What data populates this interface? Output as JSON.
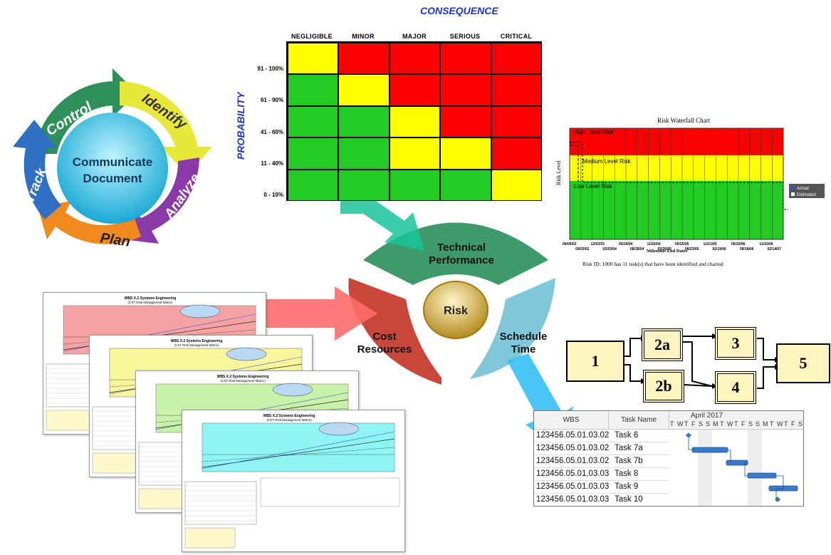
{
  "cycle": {
    "center_lines": [
      "Communicate",
      "Document"
    ],
    "segments": [
      {
        "label": "Control",
        "color": "#2e8b57"
      },
      {
        "label": "Identify",
        "color": "#e6e62a"
      },
      {
        "label": "Analyze",
        "color": "#8a3aa8"
      },
      {
        "label": "Plan",
        "color": "#f08a1e"
      },
      {
        "label": "Track",
        "color": "#2f6fc4"
      }
    ]
  },
  "matrix": {
    "consequence_title": "CONSEQUENCE",
    "probability_title": "PROBABILITY",
    "columns": [
      "NEGLIGIBLE",
      "MINOR",
      "MAJOR",
      "SERIOUS",
      "CRITICAL"
    ],
    "rows": [
      "91 - 100%",
      "61 - 90%",
      "41 - 60%",
      "11 - 40%",
      "0 - 10%"
    ],
    "cells": [
      [
        "yellow",
        "red",
        "red",
        "red",
        "red"
      ],
      [
        "green",
        "yellow",
        "red",
        "red",
        "red"
      ],
      [
        "green",
        "green",
        "yellow",
        "red",
        "red"
      ],
      [
        "green",
        "green",
        "yellow",
        "yellow",
        "red"
      ],
      [
        "green",
        "green",
        "green",
        "green",
        "yellow"
      ]
    ],
    "colors": {
      "red": "#ff0000",
      "yellow": "#ffff00",
      "green": "#22cc22"
    }
  },
  "pie": {
    "center": "Risk",
    "segments": [
      {
        "label": "Technical Performance",
        "color": "#3f9a6b"
      },
      {
        "label": "Cost Resources",
        "color": "#c8473a"
      },
      {
        "label": "Schedule Time",
        "color": "#7fc7d9"
      }
    ]
  },
  "waterfall": {
    "title": "Risk Waterfall Chart",
    "ylabel": "Risk Level",
    "xlabel": "Milestone End Dates",
    "bands": [
      "High Level Risk",
      "Medium Level Risk",
      "Low Level Risk"
    ],
    "legend": [
      "Actual",
      "Estimated"
    ],
    "dates_top": [
      "06/05/02",
      "12/02/03",
      "05/20/04",
      "11/26/04",
      "05/25/05",
      "11/21/05",
      "05/20/06",
      "11/16/06"
    ],
    "dates_bottom": [
      "09/03/02",
      "02/03/04",
      "08/28/04",
      "02/26/05",
      "08/23/05",
      "02/19/06",
      "08/18/06",
      "02/14/07"
    ],
    "caption": "Risk ID: 1000 has 11 task(s) that have been identified and charted"
  },
  "network": {
    "nodes": [
      "1",
      "2a",
      "2b",
      "3",
      "4",
      "5"
    ]
  },
  "gantt": {
    "headers": {
      "wbs": "WBS",
      "task": "Task Name",
      "month": "April 2017"
    },
    "days": [
      "T",
      "W",
      "T",
      "F",
      "S",
      "S",
      "M",
      "T",
      "W",
      "T",
      "F",
      "S",
      "S",
      "M",
      "T",
      "W",
      "T",
      "F",
      "S"
    ],
    "rows": [
      {
        "wbs": "123456.05.01.03.02",
        "task": "Task 6"
      },
      {
        "wbs": "123456.05.01.03.02",
        "task": "Task 7a"
      },
      {
        "wbs": "123456.05.01.03.02",
        "task": "Task 7b"
      },
      {
        "wbs": "123456.05.01.03.03",
        "task": "Task 8"
      },
      {
        "wbs": "123456.05.01.03.03",
        "task": "Task 9"
      },
      {
        "wbs": "123456.05.01.03.03",
        "task": "Task 10"
      }
    ],
    "bar_color": "#3a78c9"
  },
  "reports": {
    "title_line1": "WBS X.2 Systems Engineering",
    "title_line2": "(CST Risk Management Metric)",
    "backgrounds": [
      "#f7a3a3",
      "#f9f59a",
      "#c8f2a8",
      "#8ff4f4"
    ]
  }
}
